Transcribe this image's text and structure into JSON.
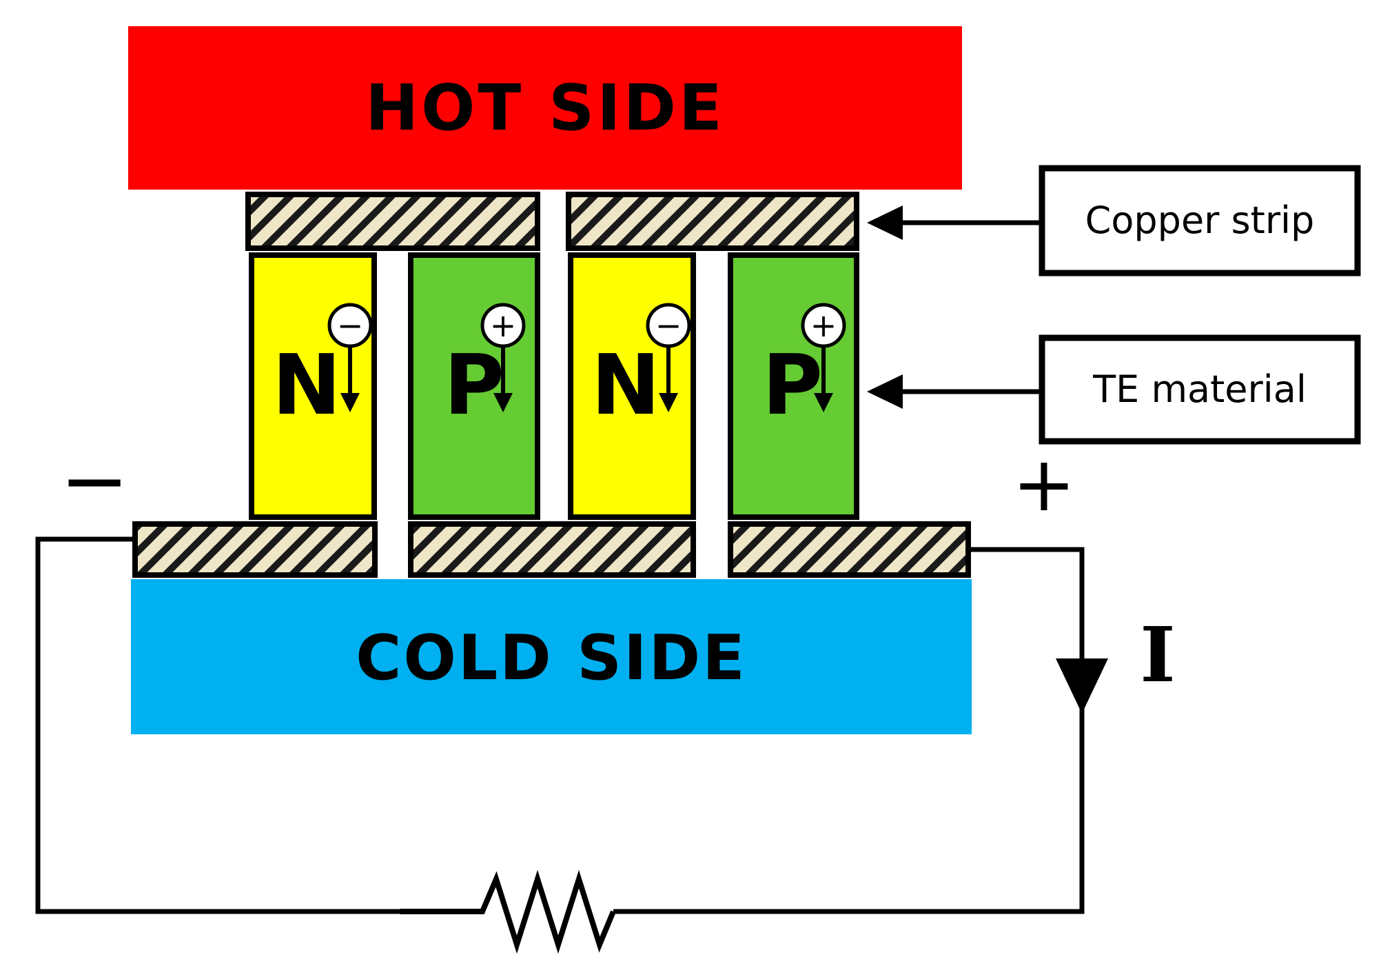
{
  "hot_side": {
    "label": "HOT SIDE",
    "color": "#ff0000"
  },
  "cold_side": {
    "label": "COLD SIDE",
    "color": "#00b0f0"
  },
  "legs": [
    {
      "letter": "N",
      "carrier": "−",
      "color": "#ffff00"
    },
    {
      "letter": "P",
      "carrier": "+",
      "color": "#66cc33"
    },
    {
      "letter": "N",
      "carrier": "−",
      "color": "#ffff00"
    },
    {
      "letter": "P",
      "carrier": "+",
      "color": "#66cc33"
    }
  ],
  "callouts": {
    "copper_strip": "Copper strip",
    "te_material": "TE material"
  },
  "circuit": {
    "negative_sign": "−",
    "positive_sign": "+",
    "current_label": "I"
  },
  "colors": {
    "copper_fill": "#efe6c8",
    "copper_hatch": "#1a1a1a",
    "outline": "#000000"
  }
}
